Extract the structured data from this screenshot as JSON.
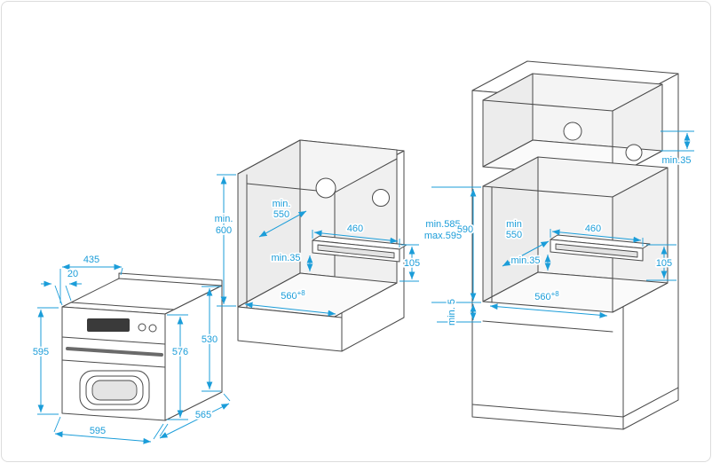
{
  "title": "Built-in oven installation dimensions diagram",
  "colors": {
    "dimension_blue": "#1b9dd9",
    "line_gray": "#4a4a4a",
    "background": "#ffffff"
  },
  "oven": {
    "top_depth": "435",
    "top_inset": "20",
    "height": "595",
    "front_height": "576",
    "rear_height": "530",
    "width": "595",
    "depth": "565"
  },
  "built_under": {
    "niche_height_l1": "min.",
    "niche_height_l2": "600",
    "niche_depth_l1": "min.",
    "niche_depth_l2": "550",
    "vent_gap": "min.35",
    "vent_width": "460",
    "vent_height": "105",
    "niche_width": "560",
    "niche_width_tol": "+8"
  },
  "tall_unit": {
    "top_clearance": "min.35",
    "niche_height_min": "min.585",
    "niche_height_max": "max.595",
    "niche_height": "590",
    "niche_depth_l1": "min",
    "niche_depth_l2": "550",
    "vent_gap": "min.35",
    "vent_width": "460",
    "vent_height": "105",
    "bottom_gap": "min. 5",
    "niche_width": "560",
    "niche_width_tol": "+8"
  }
}
